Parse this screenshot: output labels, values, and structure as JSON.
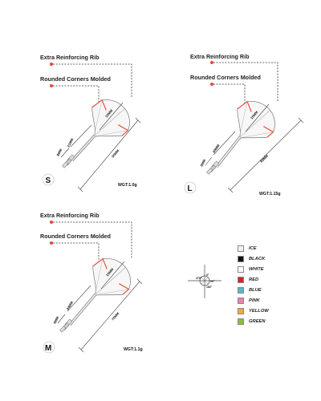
{
  "labels": {
    "rib": "Extra Reinforcing Rib",
    "corners": "Rounded Corners Molded"
  },
  "variants": [
    {
      "size": "S",
      "flight_dim": "15MM",
      "shaft_dim_a": "21MM",
      "shaft_dim_b": "8MM",
      "overall_dim": "55MM",
      "weight": "WGT:1.0g"
    },
    {
      "size": "L",
      "flight_dim": "15MM",
      "shaft_dim_a": "30MM",
      "shaft_dim_b": "6MM",
      "overall_dim": "80MM",
      "weight": "WGT:1.15g"
    },
    {
      "size": "M",
      "flight_dim": "15MM",
      "shaft_dim_a": "24MM",
      "shaft_dim_b": "6MM",
      "overall_dim": "75MM",
      "weight": "WGT:1.1g"
    }
  ],
  "compass": {
    "n": "0°",
    "e": "90°",
    "s": "180°",
    "w": "270°"
  },
  "colors": [
    {
      "name": "ICE",
      "hex": "#f2f2f2"
    },
    {
      "name": "BLACK",
      "hex": "#111111"
    },
    {
      "name": "WHITE",
      "hex": "#ffffff"
    },
    {
      "name": "RED",
      "hex": "#d2232a"
    },
    {
      "name": "BLUE",
      "hex": "#5bb7c8"
    },
    {
      "name": "PINK",
      "hex": "#ee7fb0"
    },
    {
      "name": "YELLOW",
      "hex": "#f4a83c"
    },
    {
      "name": "GREEN",
      "hex": "#8bbf3a"
    }
  ],
  "accent": "#e8472e"
}
